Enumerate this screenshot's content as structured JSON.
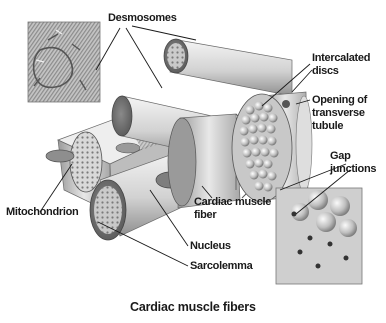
{
  "labels": {
    "desmosomes": "Desmosomes",
    "intercalated_discs_1": "Intercalated",
    "intercalated_discs_2": "discs",
    "opening_1": "Opening of",
    "opening_2": "transverse",
    "opening_3": "tubule",
    "gap_junctions_1": "Gap",
    "gap_junctions_2": "junctions",
    "mitochondrion": "Mitochondrion",
    "cardiac_muscle_fiber_1": "Cardiac muscle",
    "cardiac_muscle_fiber_2": "fiber",
    "nucleus": "Nucleus",
    "sarcolemma": "Sarcolemma"
  },
  "caption": "Cardiac muscle fibers"
}
